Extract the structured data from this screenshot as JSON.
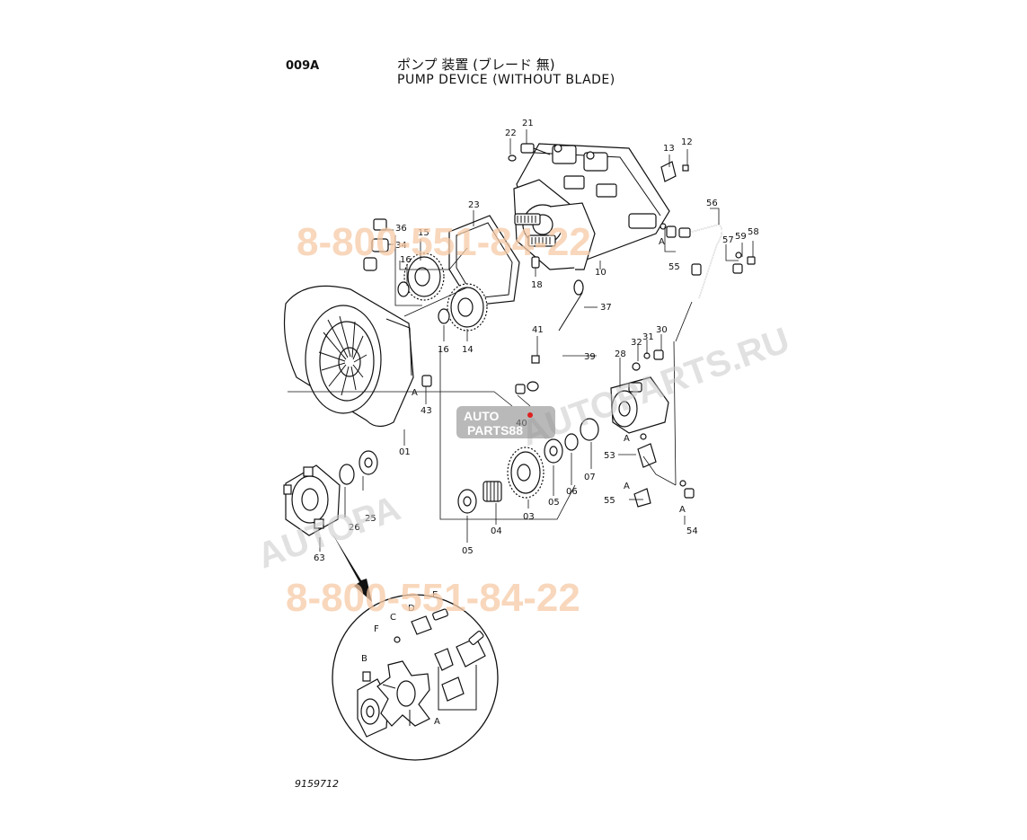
{
  "header": {
    "code": "009A",
    "title_jp": "ポンプ 装置 (ブレード 無)",
    "title_en": "PUMP DEVICE (WITHOUT BLADE)"
  },
  "footer": {
    "drawing_number": "9159712"
  },
  "watermarks": {
    "phone_top": "8-800-551-84-22",
    "phone_bottom": "8-800-551-84-22",
    "site": "AUTOPARTS.RU",
    "site_left": "AUTOPA",
    "logo_line1": "AUTO",
    "logo_line2": "PARTS88",
    "colors": {
      "phone": "#f6c9a6",
      "site": "#c8c8c8",
      "logo": "#8a8a8a"
    }
  },
  "callouts": {
    "c01": "01",
    "c03": "03",
    "c04": "04",
    "c05a": "05",
    "c05b": "05",
    "c06": "06",
    "c07": "07",
    "c10": "10",
    "c12": "12",
    "c13": "13",
    "c14": "14",
    "c15": "15",
    "c16a": "16",
    "c16b": "16",
    "c18": "18",
    "c21": "21",
    "c22": "22",
    "c23": "23",
    "c25": "25",
    "c26": "26",
    "c28": "28",
    "c30": "30",
    "c31": "31",
    "c32": "32",
    "c34": "34",
    "c36": "36",
    "c37": "37",
    "c39": "39",
    "c40": "40",
    "c41": "41",
    "c43": "43",
    "c53": "53",
    "c54": "54",
    "c55a": "55",
    "c55b": "55",
    "c56": "56",
    "c57": "57",
    "c58": "58",
    "c59": "59",
    "c63": "63",
    "cA1": "A",
    "cA2": "A",
    "cA3": "A",
    "cA4": "A",
    "cA5": "A",
    "cA6": "A",
    "cB": "B",
    "cC": "C",
    "cD": "D",
    "cE": "E",
    "cF": "F"
  }
}
